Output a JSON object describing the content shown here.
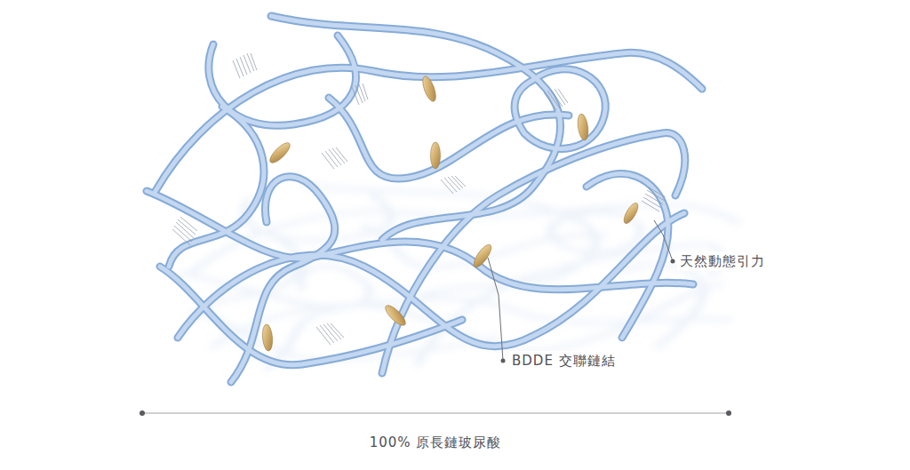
{
  "diagram": {
    "labels": [
      "天然動態引力",
      "BDDE 交聯鏈結",
      "100% 原長鏈玻尿酸"
    ]
  }
}
